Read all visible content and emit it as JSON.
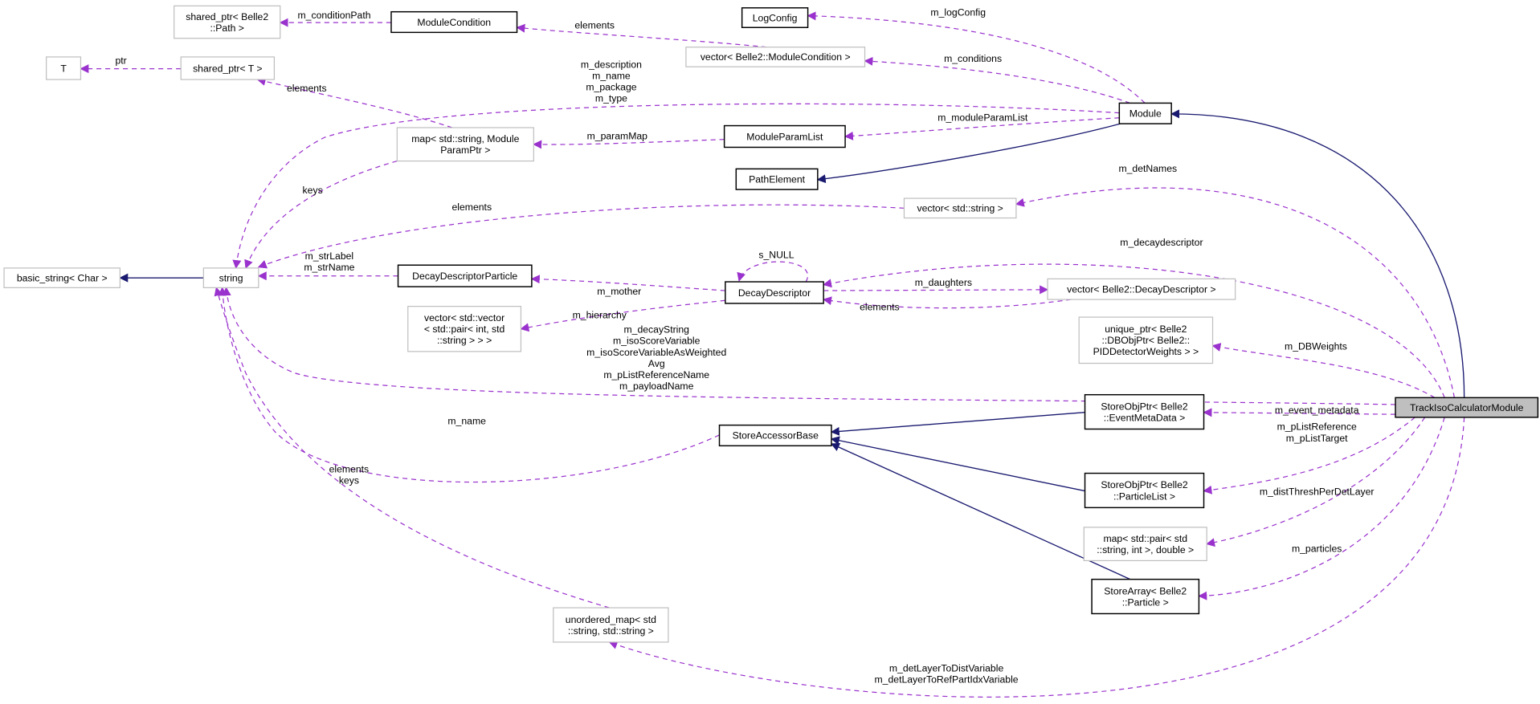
{
  "colors": {
    "usage": "#9a32cd",
    "inheritance": "#191970",
    "focus_fill": "#bfbfbf",
    "external_border": "#bfbfbf"
  },
  "nodes": [
    {
      "id": "sp_path",
      "lines": [
        "shared_ptr< Belle2",
        "::Path >"
      ],
      "style": "gray"
    },
    {
      "id": "modcond",
      "lines": [
        "ModuleCondition"
      ],
      "style": "black"
    },
    {
      "id": "logcfg",
      "lines": [
        "LogConfig"
      ],
      "style": "black"
    },
    {
      "id": "T",
      "lines": [
        "T"
      ],
      "style": "gray"
    },
    {
      "id": "spT",
      "lines": [
        "shared_ptr< T >"
      ],
      "style": "gray"
    },
    {
      "id": "vecmc",
      "lines": [
        "vector< Belle2::ModuleCondition >"
      ],
      "style": "gray"
    },
    {
      "id": "module",
      "lines": [
        "Module"
      ],
      "style": "black"
    },
    {
      "id": "mapmp",
      "lines": [
        "map< std::string, Module",
        "ParamPtr >"
      ],
      "style": "gray"
    },
    {
      "id": "mpl",
      "lines": [
        "ModuleParamList"
      ],
      "style": "black"
    },
    {
      "id": "pathel",
      "lines": [
        "PathElement"
      ],
      "style": "black"
    },
    {
      "id": "vecstr",
      "lines": [
        "vector< std::string >"
      ],
      "style": "gray"
    },
    {
      "id": "bstr",
      "lines": [
        "basic_string< Char >"
      ],
      "style": "gray"
    },
    {
      "id": "string",
      "lines": [
        "string"
      ],
      "style": "gray"
    },
    {
      "id": "ddp",
      "lines": [
        "DecayDescriptorParticle"
      ],
      "style": "black"
    },
    {
      "id": "dd",
      "lines": [
        "DecayDescriptor"
      ],
      "style": "black"
    },
    {
      "id": "vecdd",
      "lines": [
        "vector< Belle2::DecayDescriptor >"
      ],
      "style": "gray"
    },
    {
      "id": "vecvec",
      "lines": [
        "vector< std::vector",
        "< std::pair< int, std",
        "::string > > >"
      ],
      "style": "gray"
    },
    {
      "id": "uniq",
      "lines": [
        "unique_ptr< Belle2",
        "::DBObjPtr< Belle2::",
        "PIDDetectorWeights > >"
      ],
      "style": "gray"
    },
    {
      "id": "track",
      "lines": [
        "TrackIsoCalculatorModule"
      ],
      "style": "focus"
    },
    {
      "id": "somd",
      "lines": [
        "StoreObjPtr< Belle2",
        "::EventMetaData >"
      ],
      "style": "black"
    },
    {
      "id": "sab",
      "lines": [
        "StoreAccessorBase"
      ],
      "style": "black"
    },
    {
      "id": "sopl",
      "lines": [
        "StoreObjPtr< Belle2",
        "::ParticleList >"
      ],
      "style": "black"
    },
    {
      "id": "mappair",
      "lines": [
        "map< std::pair< std",
        "::string, int >, double >"
      ],
      "style": "gray"
    },
    {
      "id": "sapart",
      "lines": [
        "StoreArray< Belle2",
        "::Particle >"
      ],
      "style": "black"
    },
    {
      "id": "umap",
      "lines": [
        "unordered_map< std",
        "::string, std::string >"
      ],
      "style": "gray"
    }
  ],
  "edges": [
    {
      "from": "track",
      "to": "module",
      "kind": "inheritance",
      "labels": []
    },
    {
      "from": "module",
      "to": "pathel",
      "kind": "inheritance",
      "labels": []
    },
    {
      "from": "string",
      "to": "bstr",
      "kind": "inheritance",
      "labels": []
    },
    {
      "from": "somd",
      "to": "sab",
      "kind": "inheritance",
      "labels": []
    },
    {
      "from": "sopl",
      "to": "sab",
      "kind": "inheritance",
      "labels": []
    },
    {
      "from": "sapart",
      "to": "sab",
      "kind": "inheritance",
      "labels": []
    },
    {
      "from": "modcond",
      "to": "sp_path",
      "kind": "usage",
      "labels": [
        "m_conditionPath"
      ]
    },
    {
      "from": "vecmc",
      "to": "modcond",
      "kind": "usage",
      "labels": [
        "elements"
      ]
    },
    {
      "from": "module",
      "to": "logcfg",
      "kind": "usage",
      "labels": [
        "m_logConfig"
      ]
    },
    {
      "from": "module",
      "to": "vecmc",
      "kind": "usage",
      "labels": [
        "m_conditions"
      ]
    },
    {
      "from": "spT",
      "to": "T",
      "kind": "usage",
      "labels": [
        "ptr"
      ]
    },
    {
      "from": "mapmp",
      "to": "spT",
      "kind": "usage",
      "labels": [
        "elements"
      ]
    },
    {
      "from": "module",
      "to": "string",
      "kind": "usage",
      "labels": [
        "m_description",
        "m_name",
        "m_package",
        "m_type"
      ]
    },
    {
      "from": "module",
      "to": "mpl",
      "kind": "usage",
      "labels": [
        "m_moduleParamList"
      ]
    },
    {
      "from": "mpl",
      "to": "mapmp",
      "kind": "usage",
      "labels": [
        "m_paramMap"
      ]
    },
    {
      "from": "mapmp",
      "to": "string",
      "kind": "usage",
      "labels": [
        "keys"
      ]
    },
    {
      "from": "vecstr",
      "to": "string",
      "kind": "usage",
      "labels": [
        "elements"
      ]
    },
    {
      "from": "track",
      "to": "vecstr",
      "kind": "usage",
      "labels": [
        "m_detNames"
      ]
    },
    {
      "from": "ddp",
      "to": "string",
      "kind": "usage",
      "labels": [
        "m_strLabel",
        "m_strName"
      ]
    },
    {
      "from": "dd",
      "to": "dd",
      "kind": "usage",
      "labels": [
        "s_NULL"
      ]
    },
    {
      "from": "dd",
      "to": "ddp",
      "kind": "usage",
      "labels": [
        "m_mother"
      ]
    },
    {
      "from": "dd",
      "to": "vecdd",
      "kind": "usage",
      "labels": [
        "m_daughters"
      ]
    },
    {
      "from": "vecdd",
      "to": "dd",
      "kind": "usage",
      "labels": [
        "elements"
      ]
    },
    {
      "from": "dd",
      "to": "vecvec",
      "kind": "usage",
      "labels": [
        "m_hierarchy"
      ]
    },
    {
      "from": "track",
      "to": "dd",
      "kind": "usage",
      "labels": [
        "m_decaydescriptor"
      ]
    },
    {
      "from": "track",
      "to": "uniq",
      "kind": "usage",
      "labels": [
        "m_DBWeights"
      ]
    },
    {
      "from": "track",
      "to": "string",
      "kind": "usage",
      "labels": [
        "m_decayString",
        "m_isoScoreVariable",
        "m_isoScoreVariableAsWeighted",
        "Avg",
        "m_pListReferenceName",
        "m_payloadName"
      ]
    },
    {
      "from": "track",
      "to": "somd",
      "kind": "usage",
      "labels": [
        "m_event_metadata"
      ]
    },
    {
      "from": "sab",
      "to": "string",
      "kind": "usage",
      "labels": [
        "m_name"
      ]
    },
    {
      "from": "track",
      "to": "sopl",
      "kind": "usage",
      "labels": [
        "m_pListReference",
        "m_pListTarget"
      ]
    },
    {
      "from": "track",
      "to": "mappair",
      "kind": "usage",
      "labels": [
        "m_distThreshPerDetLayer"
      ]
    },
    {
      "from": "track",
      "to": "sapart",
      "kind": "usage",
      "labels": [
        "m_particles"
      ]
    },
    {
      "from": "umap",
      "to": "string",
      "kind": "usage",
      "labels": [
        "elements",
        "keys"
      ]
    },
    {
      "from": "track",
      "to": "umap",
      "kind": "usage",
      "labels": [
        "m_detLayerToDistVariable",
        "m_detLayerToRefPartIdxVariable"
      ]
    }
  ]
}
